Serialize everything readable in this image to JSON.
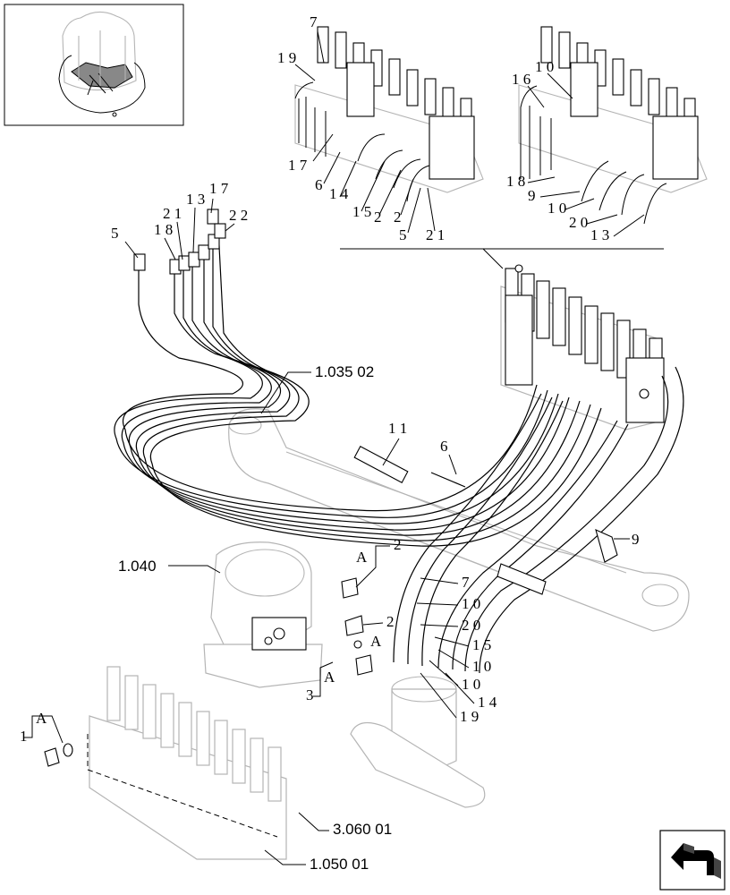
{
  "callouts": {
    "c2": "2",
    "c7": "7",
    "c10": "1 0",
    "c20": "2 0",
    "c15": "1 5",
    "c10b": "1 0",
    "c10c": "1 0",
    "c14": "1 4",
    "c19": "1 9",
    "c9": "9",
    "c6": "6",
    "c11": "1 1",
    "c5": "5",
    "c18": "1 8",
    "c21": "2 1",
    "c13": "1 3",
    "c17": "1 7",
    "c22": "2 2",
    "c2b": "2",
    "c3": "3",
    "c1": "1",
    "cA1": "A",
    "cA2": "A",
    "cA3": "A",
    "cA4": "A"
  },
  "inset_left": {
    "c7": "7",
    "c19": "1 9",
    "c17": "1 7",
    "c6": "6",
    "c14": "1 4",
    "c15": "1 5",
    "c2": "2",
    "c2b": "2",
    "c5": "5",
    "c21": "2 1"
  },
  "inset_right": {
    "c10": "1 0",
    "c16": "1 6",
    "c18": "1 8",
    "c9": "9",
    "c10b": "1 0",
    "c20": "2 0",
    "c13": "1 3"
  },
  "references": {
    "r1": "1.035 02",
    "r2": "1.040",
    "r3": "3.060 01",
    "r4": "1.050 01"
  },
  "nav": {
    "icon": "arrow-icon"
  }
}
